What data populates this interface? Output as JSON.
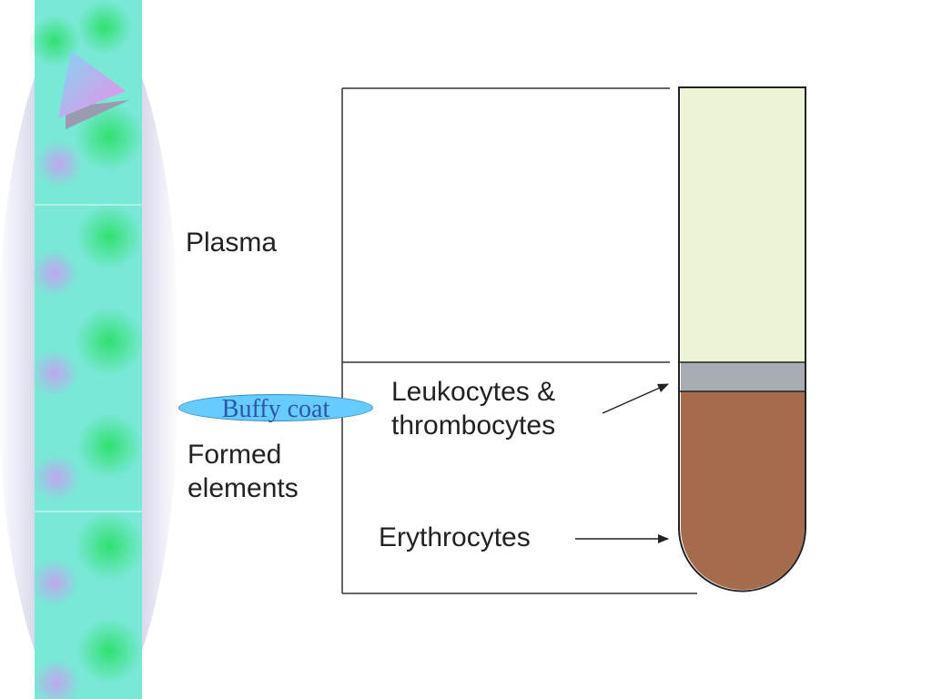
{
  "labels": {
    "plasma": "Plasma",
    "leukocytes_line1": "Leukocytes &",
    "leukocytes_line2": "thrombocytes",
    "formed_line1": "Formed",
    "formed_line2": "elements",
    "erythrocytes": "Erythrocytes",
    "buffy_coat": "Buffy coat"
  },
  "colors": {
    "plasma": "#ebf5d6",
    "buffy": "#a8adb3",
    "erythrocytes": "#a46c4c",
    "callout": "#66ccff",
    "callout_text": "#2b56a8"
  },
  "decorations": {
    "play_icon": "play-triangle-icon"
  }
}
